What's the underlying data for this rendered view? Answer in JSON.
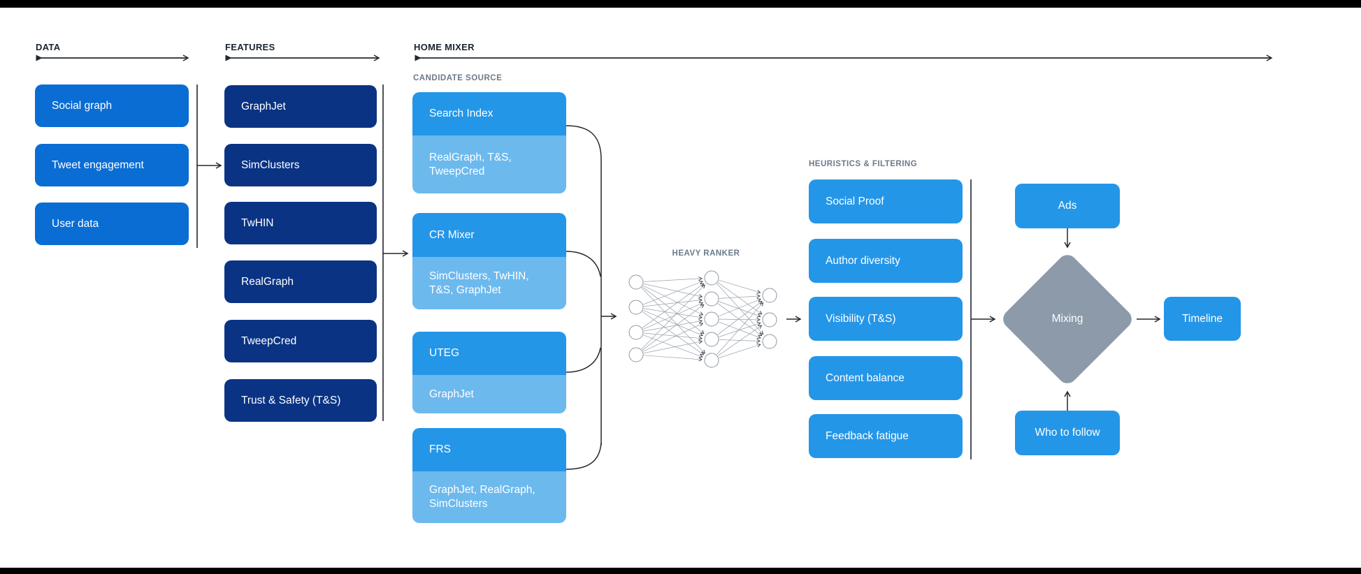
{
  "data_column": {
    "title": "DATA",
    "items": [
      {
        "label": "Social graph"
      },
      {
        "label": "Tweet engagement"
      },
      {
        "label": "User data"
      }
    ]
  },
  "features_column": {
    "title": "FEATURES",
    "items": [
      {
        "label": "GraphJet"
      },
      {
        "label": "SimClusters"
      },
      {
        "label": "TwHIN"
      },
      {
        "label": "RealGraph"
      },
      {
        "label": "TweepCred"
      },
      {
        "label": "Trust & Safety (T&S)"
      }
    ]
  },
  "home_mixer": {
    "title": "HOME MIXER",
    "candidate_source_label": "CANDIDATE SOURCE",
    "heavy_ranker_label": "HEAVY RANKER",
    "candidate_sources": [
      {
        "name": "Search Index",
        "features": "RealGraph, T&S, TweepCred"
      },
      {
        "name": "CR Mixer",
        "features": "SimClusters, TwHIN, T&S, GraphJet"
      },
      {
        "name": "UTEG",
        "features": "GraphJet"
      },
      {
        "name": "FRS",
        "features": "GraphJet, RealGraph, SimClusters"
      }
    ]
  },
  "heuristics": {
    "label": "HEURISTICS & FILTERING",
    "items": [
      {
        "label": "Social Proof"
      },
      {
        "label": "Author diversity"
      },
      {
        "label": "Visibility (T&S)"
      },
      {
        "label": "Content balance"
      },
      {
        "label": "Feedback fatigue"
      }
    ]
  },
  "mixing_stage": {
    "ads_label": "Ads",
    "mixing_label": "Mixing",
    "who_to_follow_label": "Who to follow",
    "timeline_label": "Timeline"
  },
  "colors": {
    "data_box": "#0a6dd4",
    "features_box": "#0a3384",
    "candidate_box": "#2496e8",
    "candidate_sub": "#6cb9ee",
    "heuristics_box": "#2496e8",
    "mixing_diamond": "#8c9aaa",
    "connector": "#23272e",
    "label_gray": "#6a7a8a",
    "title_dark": "#1a2430"
  }
}
